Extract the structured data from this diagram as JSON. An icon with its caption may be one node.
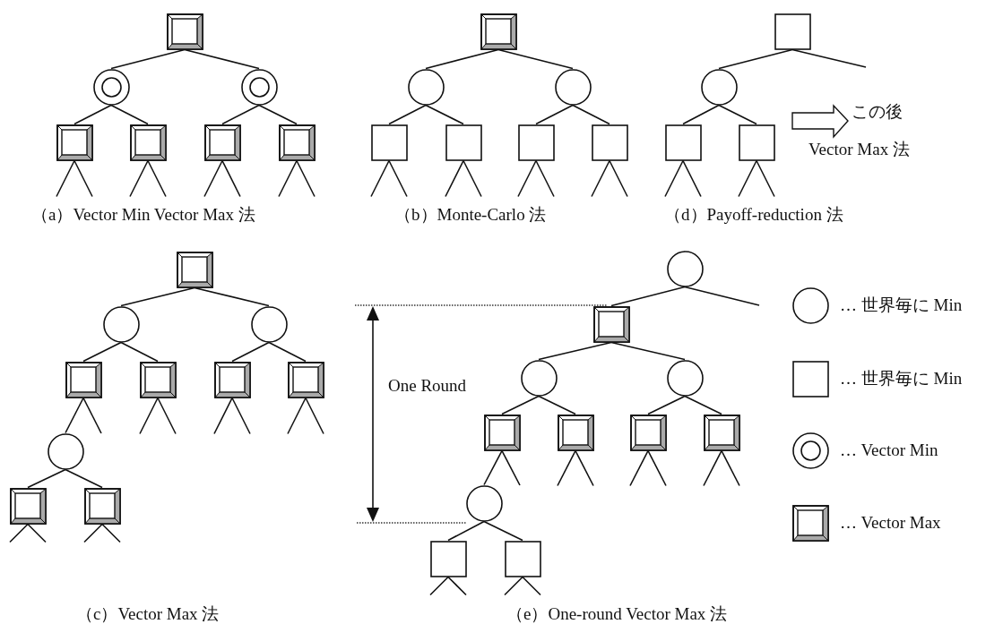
{
  "diagram": {
    "nodes": [
      {
        "text": [],
        "shape": "beveled-box"
      },
      {
        "text": [],
        "shape": "double-circle"
      },
      {
        "text": [],
        "shape": "double-circle"
      },
      {
        "text": [],
        "shape": "beveled-box"
      },
      {
        "text": [],
        "shape": "beveled-box"
      },
      {
        "text": [],
        "shape": "beveled-box"
      },
      {
        "text": [],
        "shape": "beveled-box"
      },
      {
        "text": [],
        "shape": "beveled-box"
      },
      {
        "text": [],
        "shape": "circle"
      },
      {
        "text": [],
        "shape": "circle"
      },
      {
        "text": [],
        "shape": "box"
      },
      {
        "text": [],
        "shape": "box"
      },
      {
        "text": [],
        "shape": "box"
      },
      {
        "text": [],
        "shape": "box"
      },
      {
        "text": [],
        "shape": "box"
      },
      {
        "text": [],
        "shape": "circle"
      },
      {
        "text": [],
        "shape": "box"
      },
      {
        "text": [],
        "shape": "box"
      },
      {
        "text": [],
        "shape": "beveled-box"
      },
      {
        "text": [],
        "shape": "circle"
      },
      {
        "text": [],
        "shape": "circle"
      },
      {
        "text": [],
        "shape": "beveled-box"
      },
      {
        "text": [],
        "shape": "beveled-box"
      },
      {
        "text": [],
        "shape": "beveled-box"
      },
      {
        "text": [],
        "shape": "beveled-box"
      },
      {
        "text": [],
        "shape": "circle"
      },
      {
        "text": [],
        "shape": "beveled-box"
      },
      {
        "text": [],
        "shape": "beveled-box"
      },
      {
        "text": [],
        "shape": "circle"
      },
      {
        "text": [],
        "shape": "beveled-box"
      },
      {
        "text": [],
        "shape": "circle"
      },
      {
        "text": [],
        "shape": "circle"
      },
      {
        "text": [],
        "shape": "beveled-box"
      },
      {
        "text": [],
        "shape": "beveled-box"
      },
      {
        "text": [],
        "shape": "beveled-box"
      },
      {
        "text": [],
        "shape": "beveled-box"
      },
      {
        "text": [],
        "shape": "circle"
      },
      {
        "text": [],
        "shape": "box"
      },
      {
        "text": [],
        "shape": "box"
      }
    ],
    "edges": [
      {
        "from": 0,
        "to": 1,
        "arrow": "none"
      },
      {
        "from": 0,
        "to": 2,
        "arrow": "none"
      },
      {
        "from": 1,
        "to": 3,
        "arrow": "none"
      },
      {
        "from": 1,
        "to": 4,
        "arrow": "none"
      },
      {
        "from": 2,
        "to": 5,
        "arrow": "none"
      },
      {
        "from": 2,
        "to": 6,
        "arrow": "none"
      },
      {
        "from": 3,
        "to": null,
        "arrow": "none"
      },
      {
        "from": 3,
        "to": null,
        "arrow": "none"
      },
      {
        "from": 4,
        "to": null,
        "arrow": "none"
      },
      {
        "from": 4,
        "to": null,
        "arrow": "none"
      },
      {
        "from": 5,
        "to": null,
        "arrow": "none"
      },
      {
        "from": 5,
        "to": null,
        "arrow": "none"
      },
      {
        "from": 6,
        "to": null,
        "arrow": "none"
      },
      {
        "from": 6,
        "to": null,
        "arrow": "none"
      },
      {
        "from": 7,
        "to": 8,
        "arrow": "none"
      },
      {
        "from": 7,
        "to": 9,
        "arrow": "none"
      },
      {
        "from": 8,
        "to": 10,
        "arrow": "none"
      },
      {
        "from": 8,
        "to": 11,
        "arrow": "none"
      },
      {
        "from": 9,
        "to": 12,
        "arrow": "none"
      },
      {
        "from": 9,
        "to": 13,
        "arrow": "none"
      },
      {
        "from": 10,
        "to": null,
        "arrow": "none"
      },
      {
        "from": 10,
        "to": null,
        "arrow": "none"
      },
      {
        "from": 11,
        "to": null,
        "arrow": "none"
      },
      {
        "from": 11,
        "to": null,
        "arrow": "none"
      },
      {
        "from": 12,
        "to": null,
        "arrow": "none"
      },
      {
        "from": 12,
        "to": null,
        "arrow": "none"
      },
      {
        "from": 13,
        "to": null,
        "arrow": "none"
      },
      {
        "from": 13,
        "to": null,
        "arrow": "none"
      },
      {
        "from": 14,
        "to": 15,
        "arrow": "none"
      },
      {
        "from": 14,
        "to": null,
        "arrow": "none"
      },
      {
        "from": 15,
        "to": 16,
        "arrow": "none"
      },
      {
        "from": 15,
        "to": 17,
        "arrow": "none"
      },
      {
        "from": 16,
        "to": null,
        "arrow": "none"
      },
      {
        "from": 16,
        "to": null,
        "arrow": "none"
      },
      {
        "from": 17,
        "to": null,
        "arrow": "none"
      },
      {
        "from": 17,
        "to": null,
        "arrow": "none"
      },
      {
        "from": 18,
        "to": 19,
        "arrow": "none"
      },
      {
        "from": 18,
        "to": 20,
        "arrow": "none"
      },
      {
        "from": 19,
        "to": 21,
        "arrow": "none"
      },
      {
        "from": 19,
        "to": 22,
        "arrow": "none"
      },
      {
        "from": 20,
        "to": 23,
        "arrow": "none"
      },
      {
        "from": 20,
        "to": 24,
        "arrow": "none"
      },
      {
        "from": 21,
        "to": 25,
        "arrow": "none"
      },
      {
        "from": 21,
        "to": null,
        "arrow": "none"
      },
      {
        "from": 22,
        "to": null,
        "arrow": "none"
      },
      {
        "from": 22,
        "to": null,
        "arrow": "none"
      },
      {
        "from": 23,
        "to": null,
        "arrow": "none"
      },
      {
        "from": 23,
        "to": null,
        "arrow": "none"
      },
      {
        "from": 24,
        "to": null,
        "arrow": "none"
      },
      {
        "from": 24,
        "to": null,
        "arrow": "none"
      },
      {
        "from": 25,
        "to": 26,
        "arrow": "none"
      },
      {
        "from": 25,
        "to": 27,
        "arrow": "none"
      },
      {
        "from": 26,
        "to": null,
        "arrow": "none"
      },
      {
        "from": 26,
        "to": null,
        "arrow": "none"
      },
      {
        "from": 27,
        "to": null,
        "arrow": "none"
      },
      {
        "from": 27,
        "to": null,
        "arrow": "none"
      },
      {
        "from": 28,
        "to": 29,
        "arrow": "none"
      },
      {
        "from": 28,
        "to": null,
        "arrow": "none"
      },
      {
        "from": 29,
        "to": 30,
        "arrow": "none"
      },
      {
        "from": 29,
        "to": 31,
        "arrow": "none"
      },
      {
        "from": 30,
        "to": 32,
        "arrow": "none"
      },
      {
        "from": 30,
        "to": 33,
        "arrow": "none"
      },
      {
        "from": 31,
        "to": 34,
        "arrow": "none"
      },
      {
        "from": 31,
        "to": 35,
        "arrow": "none"
      },
      {
        "from": 32,
        "to": 36,
        "arrow": "none"
      },
      {
        "from": 32,
        "to": null,
        "arrow": "none"
      },
      {
        "from": 33,
        "to": null,
        "arrow": "none"
      },
      {
        "from": 33,
        "to": null,
        "arrow": "none"
      },
      {
        "from": 34,
        "to": null,
        "arrow": "none"
      },
      {
        "from": 34,
        "to": null,
        "arrow": "none"
      },
      {
        "from": 35,
        "to": null,
        "arrow": "none"
      },
      {
        "from": 35,
        "to": null,
        "arrow": "none"
      },
      {
        "from": 36,
        "to": 37,
        "arrow": "none"
      },
      {
        "from": 36,
        "to": 38,
        "arrow": "none"
      },
      {
        "from": 37,
        "to": null,
        "arrow": "none"
      },
      {
        "from": 37,
        "to": null,
        "arrow": "none"
      },
      {
        "from": 38,
        "to": null,
        "arrow": "none"
      },
      {
        "from": 38,
        "to": null,
        "arrow": "none"
      }
    ],
    "labels": [
      "（a）Vector Min Vector Max 法",
      "（b）Monte-Carlo 法",
      "（d）Payoff-reduction 法",
      "この後",
      "Vector Max 法",
      "One Round",
      "（c）Vector Max 法",
      "（e）One-round Vector Max 法"
    ],
    "legend": [
      {
        "text": "… 世界毎に Min"
      },
      {
        "text": "… 世界毎に Min"
      },
      {
        "text": "… Vector Min"
      },
      {
        "text": "… Vector Max"
      }
    ]
  }
}
